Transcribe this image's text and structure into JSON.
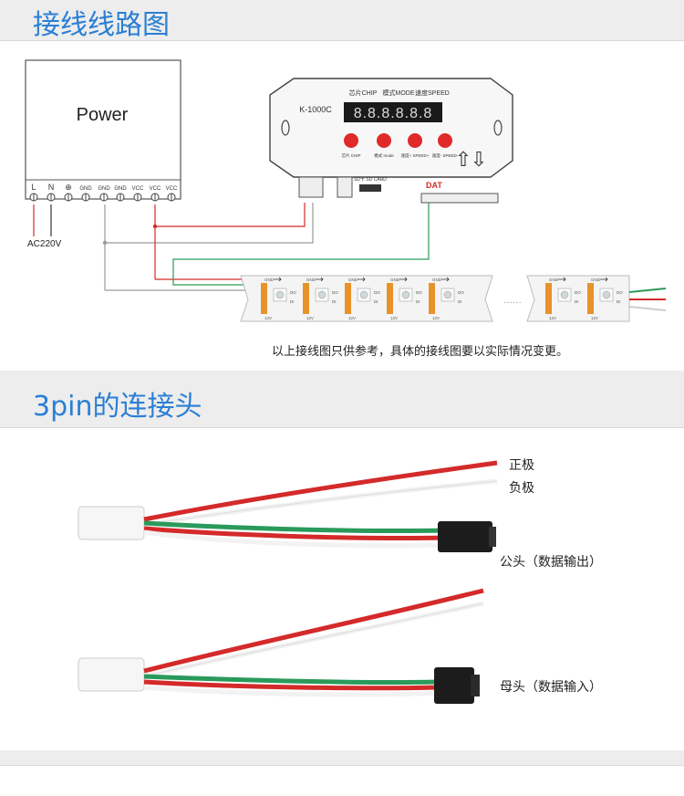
{
  "sections": {
    "wiring": {
      "title": "接线线路图"
    },
    "connector": {
      "title": "3pin的连接头"
    },
    "next": {
      "title": ""
    }
  },
  "power": {
    "label": "Power",
    "terminals": [
      "L",
      "N",
      "⊕",
      "GND",
      "GND",
      "GND",
      "VCC",
      "VCC",
      "VCC"
    ],
    "ac_label": "AC220V"
  },
  "controller": {
    "model": "K-1000C",
    "display_digits": "8.8.8.8.8.8",
    "header_chip": "芯片CHIP",
    "header_mode": "模式MODE",
    "header_speed": "速度SPEED",
    "button_labels": [
      "芯片 CHIP",
      "模式 mode",
      "速度+ SPEED+",
      "速度- SPEED-"
    ],
    "up_arrow": "⇧",
    "down_arrow": "⇩",
    "dat_label": "DAT",
    "sd_label": "SD卡 SD CARD"
  },
  "strip": {
    "pad_labels": [
      "GND",
      "12V",
      "DO",
      "DI"
    ],
    "ellipsis": "……"
  },
  "wiring_note": "以上接线图只供参考，具体的接线图要以实际情况变更。",
  "connector_labels": {
    "positive": "正极",
    "negative": "负极",
    "male": "公头（数据输出）",
    "female": "母头（数据输入）"
  },
  "colors": {
    "title_blue": "#2a7fd4",
    "wire_red": "#d42a2a",
    "wire_green": "#2a9a5a",
    "wire_gray": "#9a9a9a",
    "strip_white": "#f4f4f4",
    "pad_orange": "#e8922a",
    "button_red": "#e02a2a",
    "display_bg": "#1a1a1a"
  }
}
